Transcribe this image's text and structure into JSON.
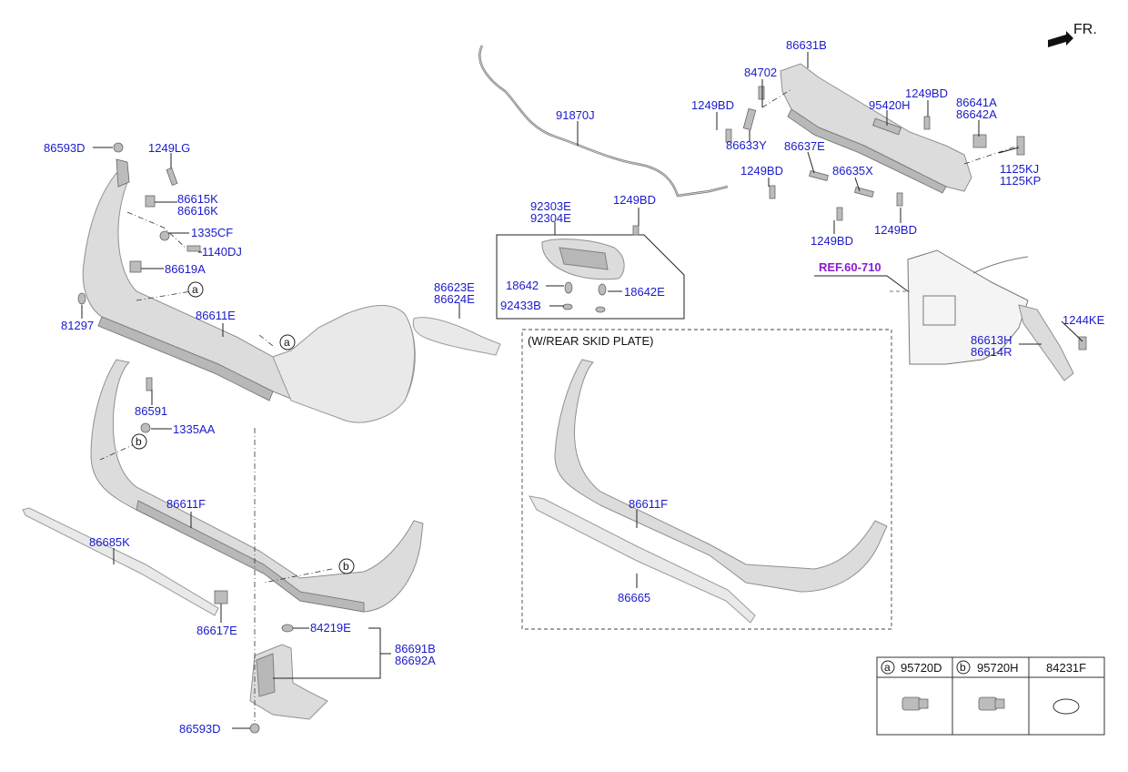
{
  "header": {
    "fr_label": "FR."
  },
  "labels": {
    "p86593D_top": "86593D",
    "p1249LG": "1249LG",
    "p86615K": "86615K",
    "p86616K": "86616K",
    "p1335CF": "1335CF",
    "p1140DJ": "1140DJ",
    "p86619A": "86619A",
    "p81297": "81297",
    "p86611E": "86611E",
    "p86591": "86591",
    "p1335AA": "1335AA",
    "p86611F_left": "86611F",
    "p86685K": "86685K",
    "p86617E": "86617E",
    "p84219E": "84219E",
    "p86691B": "86691B",
    "p86692A": "86692A",
    "p86593D_bottom": "86593D",
    "p86623E": "86623E",
    "p86624E": "86624E",
    "p91870J": "91870J",
    "p92303E": "92303E",
    "p92304E": "92304E",
    "p1249BD_mid": "1249BD",
    "p18642": "18642",
    "p18642E": "18642E",
    "p92433B": "92433B",
    "skid_plate_caption": "(W/REAR SKID PLATE)",
    "p86611F_right": "86611F",
    "p86665": "86665",
    "p86631B": "86631B",
    "p84702": "84702",
    "p1249BD_a": "1249BD",
    "p95420H": "95420H",
    "p1249BD_b": "1249BD",
    "p86641A": "86641A",
    "p86642A": "86642A",
    "p86633Y": "86633Y",
    "p86637E": "86637E",
    "p1249BD_c": "1249BD",
    "p86635X": "86635X",
    "p1125KJ": "1125KJ",
    "p1125KP": "1125KP",
    "p1249BD_d": "1249BD",
    "p1249BD_e": "1249BD",
    "ref_60_710": "REF.60-710",
    "p1244KE": "1244KE",
    "p86613H": "86613H",
    "p86614R": "86614R",
    "callout_a": "a",
    "callout_b": "b"
  },
  "legend_table": {
    "columns": [
      {
        "marker": "a",
        "part_no": "95720D"
      },
      {
        "marker": "b",
        "part_no": "95720H"
      },
      {
        "marker": "",
        "part_no": "84231F"
      }
    ]
  },
  "colors": {
    "part_number": "#1a1acc",
    "reference": "#8a1bd6",
    "part_fill": "#dcdcdc",
    "line": "#222222"
  }
}
